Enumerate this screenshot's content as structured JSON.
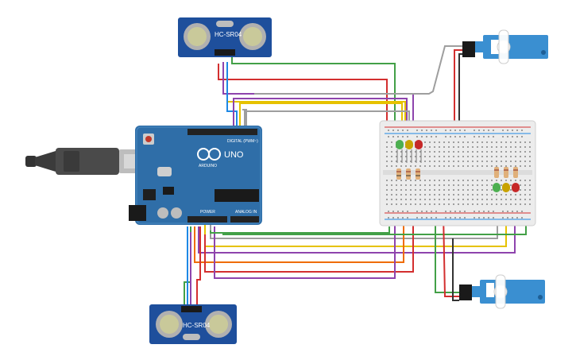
{
  "diagram": {
    "components": {
      "sensor_top_label": "HC-SR04",
      "sensor_bottom_label": "HC-SR04",
      "arduino_model": "UNO",
      "arduino_brand": "ARDUINO",
      "arduino_digital_label": "DIGITAL (PWM~)",
      "arduino_analog_label": "ANALOG IN",
      "arduino_power_label": "POWER"
    },
    "colors": {
      "arduino_board": "#2f6ea8",
      "breadboard": "#ececec",
      "sensor_board": "#1e4f9c",
      "servo_body": "#3a8fd1",
      "led_green": "#4caf50",
      "led_yellow": "#c8a200",
      "led_red": "#c62828",
      "wire_red": "#d32f2f",
      "wire_green": "#43a047",
      "wire_purple": "#8e44ad",
      "wire_yellow": "#e6c200",
      "wire_orange": "#ef6c00",
      "wire_gray": "#9e9e9e",
      "wire_blue": "#1e88e5",
      "wire_black": "#333333"
    }
  }
}
